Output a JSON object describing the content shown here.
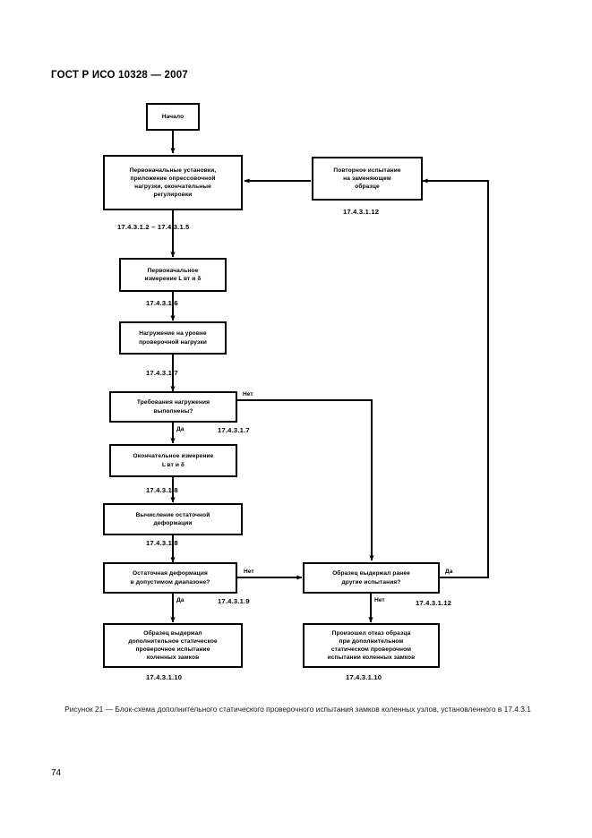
{
  "document": {
    "standard_header": "ГОСТ Р ИСО 10328 — 2007",
    "page_number": "74",
    "figure_caption_line1": "Рисунок 21 — Блок-схема дополнительного статического проверочного испытания замков коленных узлов,",
    "figure_caption_line2": "установленного в 17.4.3.1"
  },
  "flowchart": {
    "nodes": {
      "start": {
        "text": "Начало"
      },
      "initial_setup": {
        "text": "Первоначальные установки,\nприложение опрессовочной\nнагрузки, окончательные\nрегулировки"
      },
      "retest_replacement": {
        "text": "Повторное испытание\nна заменяющем\nобразце"
      },
      "initial_measurement": {
        "text": "Первоначальное\nизмерение L вт и δ"
      },
      "loading_proof": {
        "text": "Нагружение на уровне\nпроверочной нагрузки"
      },
      "loading_requirements": {
        "text": "Требования нагружения\nвыполнены?"
      },
      "final_measurement": {
        "text": "Окончательное измерение\nL вт и δ"
      },
      "residual_calc": {
        "text": "Вычисление остаточной\nдеформации"
      },
      "residual_in_range": {
        "text": "Остаточная деформация\nв допустимом диапазоне?"
      },
      "previously_passed": {
        "text": "Образец выдержал ранее\nдругие испытания?"
      },
      "sample_passed": {
        "text": "Образец выдержал\nдополнительное статическое\nпроверочное испытание\nколенных замков"
      },
      "sample_failed": {
        "text": "Произошел отказ образца\nпри дополнительном\nстатическом проверочном\nиспытании коленных замков"
      }
    },
    "clause_labels": {
      "c1": "17.4.3.1.2 – 17.4.3.1.5",
      "c2": "17.4.3.1.6",
      "c3": "17.4.3.1.7",
      "c4": "17.4.3.1.7",
      "c5": "17.4.3.1.8",
      "c6": "17.4.3.1.8",
      "c7": "17.4.3.1.9",
      "c8": "17.4.3.1.10",
      "c9": "17.4.3.1.10",
      "c10": "17.4.3.1.12",
      "c11": "17.4.3.1.12"
    },
    "edge_labels": {
      "loading_no": "Нет",
      "loading_yes": "Да",
      "residual_no": "Нет",
      "residual_yes": "Да",
      "prev_yes": "Да",
      "prev_no": "Нет"
    }
  }
}
